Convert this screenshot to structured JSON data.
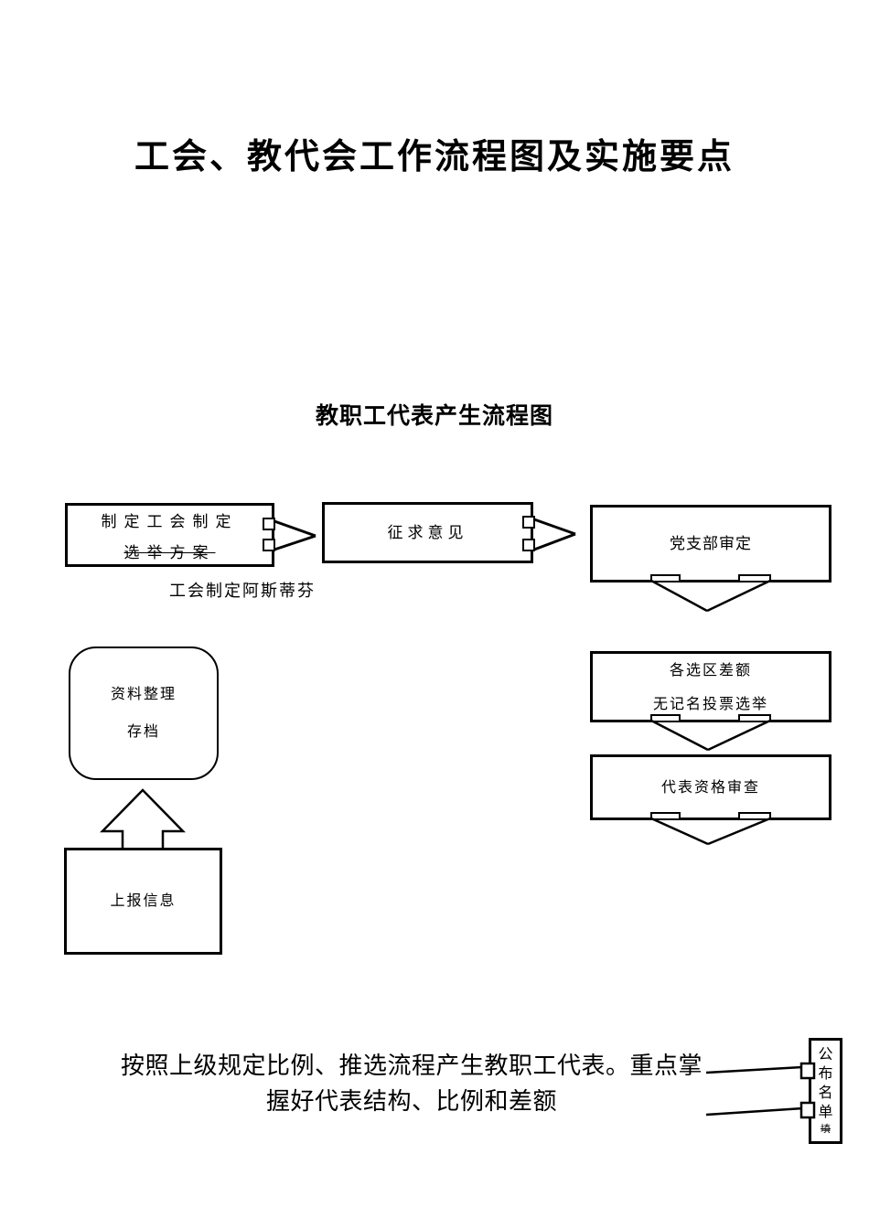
{
  "page": {
    "title": "工会、教代会工作流程图及实施要点",
    "subtitle": "教职工代表产生流程图",
    "ink_color": "#000000",
    "background_color": "#ffffff"
  },
  "flowchart": {
    "plan_box": {
      "line1": "制定工会制定",
      "line2_struck": "选举方案"
    },
    "plan_caption": "工会制定阿斯蒂芬",
    "opinions_box": "征求意见",
    "party_box": "党支部审定",
    "election_box": {
      "line1": "各选区差额",
      "line2": "无记名投票选举"
    },
    "qualification_box": "代表资格审查",
    "archive_box": {
      "line1": "资料整理",
      "line2": "存档"
    },
    "report_box": "上报信息",
    "side_label": {
      "chars": [
        "公",
        "布",
        "名",
        "单"
      ],
      "struck_char": "填"
    }
  },
  "footer": {
    "line1": "按照上级规定比例、推选流程产生教职工代表。重点掌",
    "line2": "握好代表结构、比例和差额"
  }
}
